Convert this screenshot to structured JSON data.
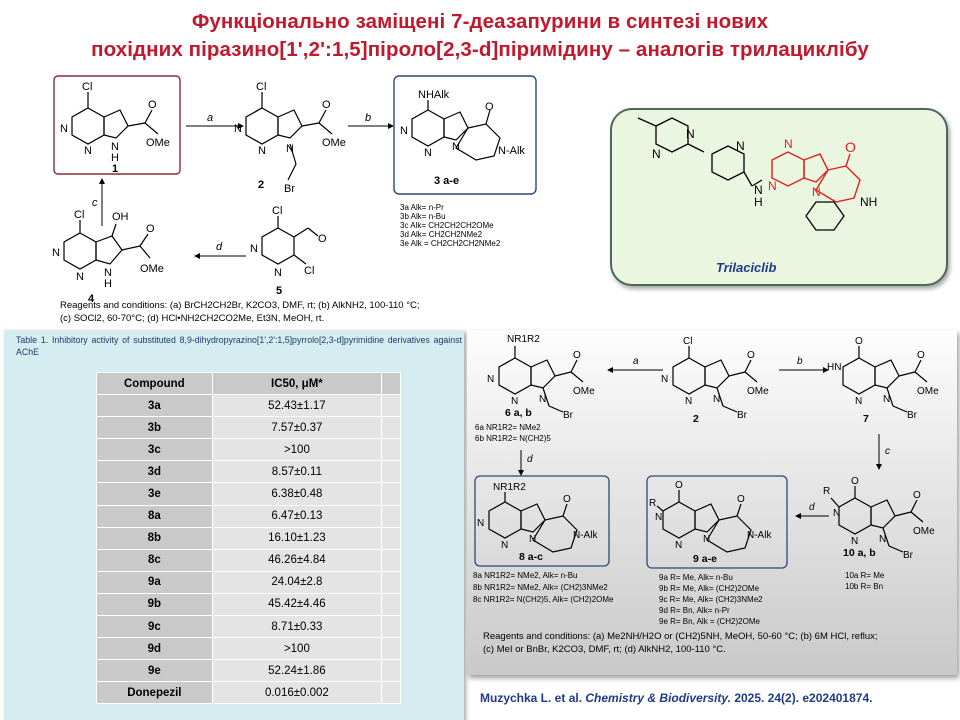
{
  "title": {
    "line1": "Функціонально заміщені 7-деазапурини в синтезі нових",
    "line2": "похідних піразино[1',2':1,5]піроло[2,3-d]піримідину – аналогів трилациклібу"
  },
  "top_scheme": {
    "compounds": {
      "c1": "1",
      "c2": "2",
      "c3": "3 a-e",
      "c4": "4",
      "c5": "5"
    },
    "arrows": {
      "a": "a",
      "b": "b",
      "c": "c",
      "d": "d"
    },
    "atoms": {
      "cl": "Cl",
      "n": "N",
      "h": "H",
      "nh": "NH",
      "o": "O",
      "ome": "OMe",
      "br": "Br",
      "oh": "OH",
      "nhalk": "NHAlk",
      "nalk": "N-Alk"
    },
    "alk_list": [
      "3a  Alk= n-Pr",
      "3b  Alk= n-Bu",
      "3c  Alk= CH2CH2CH2OMe",
      "3d  Alk= CH2CH2NMe2",
      "3e  Alk = CH2CH2CH2NMe2"
    ],
    "conditions_line1": "Reagents and conditions: (a) BrCH2CH2Br,  K2CO3,  DMF,  rt; (b) AlkNH2,  100-110 °C;",
    "conditions_line2": "(c) SOCl2, 60-70°C; (d) HCl•NH2CH2CO2Me,   Et3N,  MeOH,  rt."
  },
  "trilaciclib": {
    "label": "Trilaciclib",
    "atoms": {
      "n": "N",
      "o": "O",
      "nh": "NH",
      "h": "H"
    },
    "colors": {
      "core": "#e02020",
      "box_bg": "#eaf6e0",
      "border": "#4a6a5e"
    }
  },
  "table": {
    "caption": "Table 1. Inhibitory activity of substituted 8,9-dihydropyrazino[1',2':1,5]pyrrolo[2,3-d]pyrimidine derivatives against AChE",
    "headers": [
      "Compound",
      "IC50, μM*"
    ],
    "rows": [
      {
        "compound": "3a",
        "value": "52.43±1.17"
      },
      {
        "compound": "3b",
        "value": "7.57±0.37"
      },
      {
        "compound": "3c",
        "value": ">100"
      },
      {
        "compound": "3d",
        "value": "8.57±0.11"
      },
      {
        "compound": "3e",
        "value": "6.38±0.48"
      },
      {
        "compound": "8a",
        "value": "6.47±0.13"
      },
      {
        "compound": "8b",
        "value": "16.10±1.23"
      },
      {
        "compound": "8c",
        "value": "46.26±4.84"
      },
      {
        "compound": "9a",
        "value": "24.04±2.8"
      },
      {
        "compound": "9b",
        "value": "45.42±4.46"
      },
      {
        "compound": "9c",
        "value": "8.71±0.33"
      },
      {
        "compound": "9d",
        "value": ">100"
      },
      {
        "compound": "9e",
        "value": "52.24±1.86"
      },
      {
        "compound": "Donepezil",
        "value": "0.016±0.002"
      }
    ]
  },
  "bottom_scheme": {
    "compounds": {
      "c6": "6 a, b",
      "c2": "2",
      "c7": "7",
      "c8": "8 a-c",
      "c9": "9 a-e",
      "c10": "10 a, b"
    },
    "arrows": {
      "a": "a",
      "b": "b",
      "c": "c",
      "d1": "d",
      "d2": "d"
    },
    "atoms": {
      "nr1r2": "NR1R2",
      "cl": "Cl",
      "n": "N",
      "o": "O",
      "ome": "OMe",
      "br": "Br",
      "hn": "HN",
      "r": "R",
      "nalk": "N-Alk"
    },
    "list6": [
      "6a  NR1R2= NMe2",
      "6b  NR1R2= N(CH2)5"
    ],
    "list8": [
      "8a  NR1R2= NMe2, Alk= n-Bu",
      "8b  NR1R2= NMe2, Alk= (CH2)3NMe2",
      "8c  NR1R2= N(CH2)5, Alk= (CH2)2OMe"
    ],
    "list9": [
      "9a  R= Me, Alk= n-Bu",
      "9b  R= Me, Alk= (CH2)2OMe",
      "9c  R= Me, Alk= (CH2)3NMe2",
      "9d  R= Bn, Alk= n-Pr",
      "9e  R= Bn, Alk = (CH2)2OMe"
    ],
    "list10": [
      "10a  R= Me",
      "10b  R= Bn"
    ],
    "conditions_line1": "Reagents and conditions: (a) Me2NH/H2O  or (CH2)5NH,  MeOH,  50-60 °C; (b) 6M HCl, reflux;",
    "conditions_line2": "(c) MeI or BnBr, K2CO3,  DMF,  rt; (d) AlkNH2,  100-110 °C."
  },
  "citation": {
    "authors": "Muzychka L. et al.",
    "journal": "Chemistry & Biodiversity.",
    "details": "2025. 24(2).  e202401874."
  }
}
